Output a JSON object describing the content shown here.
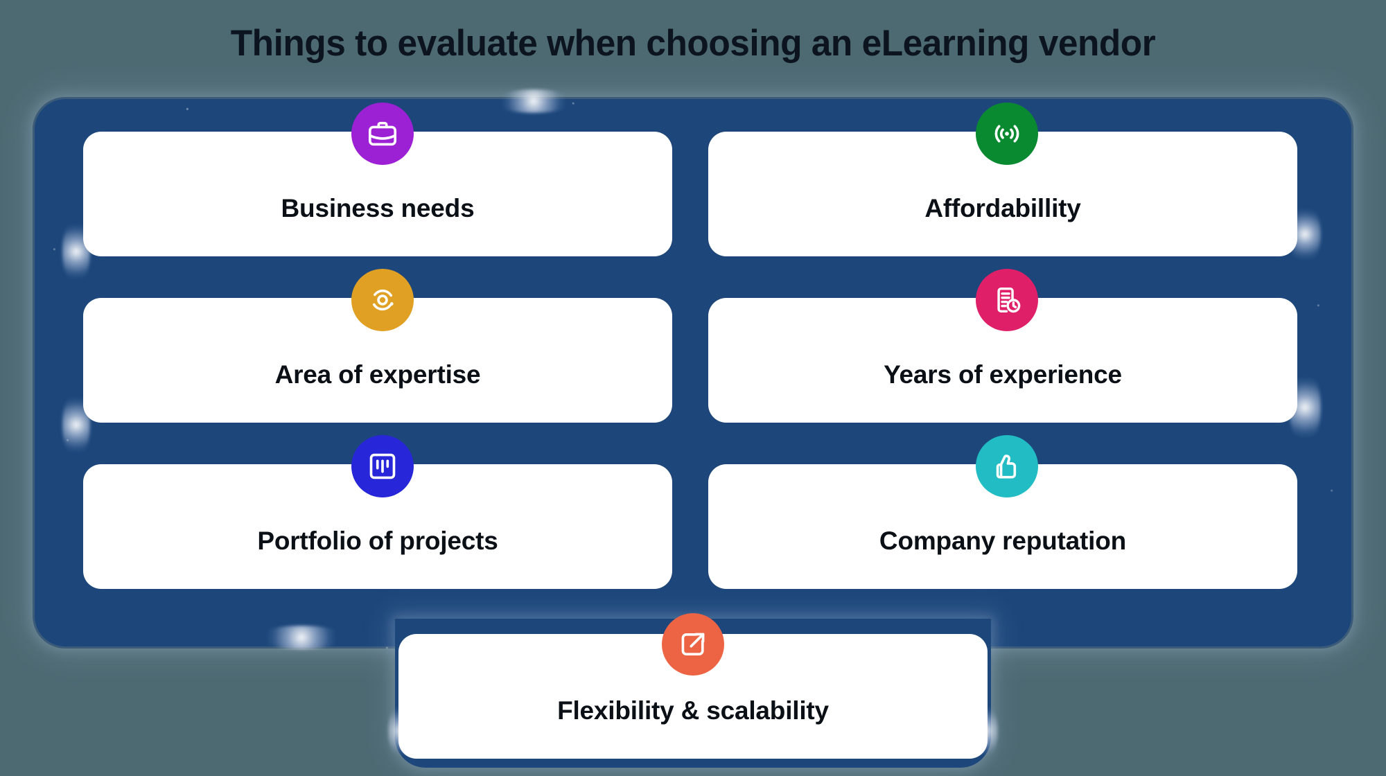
{
  "page": {
    "title": "Things to evaluate when choosing an eLearning vendor",
    "background_color": "#4d6a73",
    "board_color": "#1d477b",
    "card_color": "#ffffff",
    "label_color": "#0b0f16"
  },
  "cards": [
    {
      "id": "business-needs",
      "label": "Business needs",
      "icon": "briefcase-icon",
      "icon_color": "#9c20d4",
      "column": "left",
      "row": 1
    },
    {
      "id": "affordability",
      "label": "Affordabillity",
      "icon": "signal-waves-icon",
      "icon_color": "#0a8a30",
      "column": "right",
      "row": 1
    },
    {
      "id": "area-of-expertise",
      "label": "Area of expertise",
      "icon": "orbit-target-icon",
      "icon_color": "#e0a024",
      "column": "left",
      "row": 2
    },
    {
      "id": "years-of-experience",
      "label": "Years of experience",
      "icon": "document-clock-icon",
      "icon_color": "#e01f69",
      "column": "right",
      "row": 2
    },
    {
      "id": "portfolio-of-projects",
      "label": "Portfolio of projects",
      "icon": "kanban-board-icon",
      "icon_color": "#2726d8",
      "column": "left",
      "row": 3
    },
    {
      "id": "company-reputation",
      "label": "Company reputation",
      "icon": "thumbs-up-icon",
      "icon_color": "#21bcc4",
      "column": "right",
      "row": 3
    },
    {
      "id": "flexibility-scalability",
      "label": "Flexibility & scalability",
      "icon": "external-link-icon",
      "icon_color": "#ed6445",
      "column": "center",
      "row": 4
    }
  ]
}
